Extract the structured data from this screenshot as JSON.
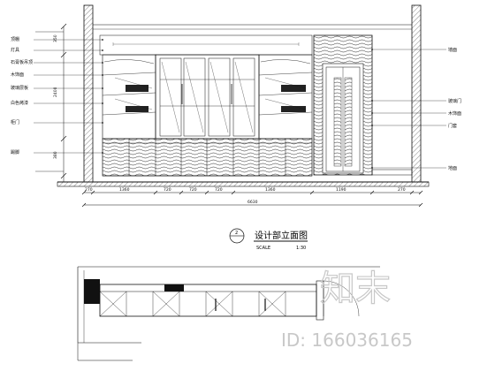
{
  "drawing": {
    "title": "设计部立面图",
    "scale_label": "SCALE",
    "scale_value": "1:30",
    "symbol_number": "2"
  },
  "left_callouts": [
    "顶棚",
    "灯具",
    "石膏板吊顶",
    "木饰面",
    "玻璃层板",
    "白色烤漆",
    "柜门",
    "踢脚"
  ],
  "right_callouts": [
    "墙面",
    "玻璃门",
    "木饰面",
    "门套",
    "地面"
  ],
  "dimension_labels": {
    "bottom": [
      "270",
      "1360",
      "720",
      "720",
      "720",
      "1360",
      "1190",
      "270"
    ],
    "total": "6630",
    "vertical": [
      "2400",
      "380",
      "350"
    ]
  },
  "watermark": {
    "logo": "知末",
    "id": "ID: 166036165"
  },
  "colors": {
    "line": "#111111",
    "hatch": "#444444",
    "watermark": "#c8c8c8",
    "solid_fill": "#111111"
  }
}
